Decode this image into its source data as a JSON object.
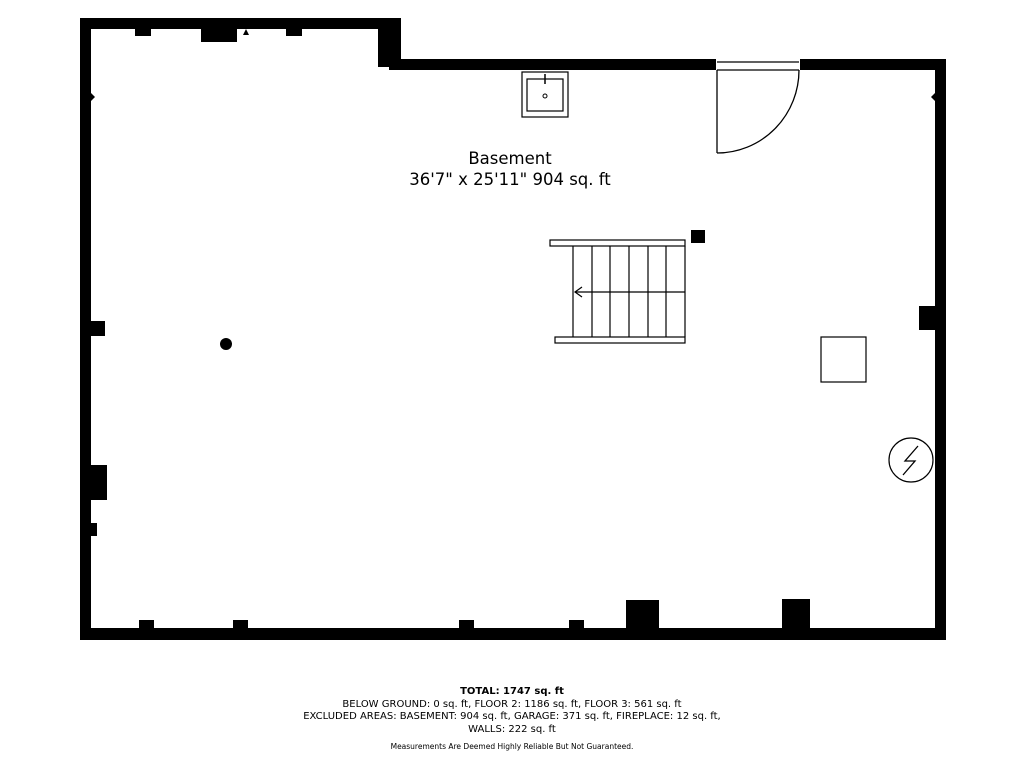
{
  "room": {
    "name": "Basement",
    "dimensions": "36'7\" x 25'11\" 904 sq. ft"
  },
  "summary": {
    "total": "TOTAL: 1747 sq. ft",
    "below_ground": "BELOW GROUND: 0 sq. ft, FLOOR 2: 1186 sq. ft, FLOOR 3: 561 sq. ft",
    "excluded_areas": "EXCLUDED AREAS: BASEMENT: 904 sq. ft, GARAGE: 371 sq. ft, FIREPLACE: 12 sq. ft,",
    "walls": "WALLS: 222 sq. ft"
  },
  "disclaimer": "Measurements Are Deemed Highly Reliable But Not Guaranteed.",
  "colors": {
    "wall": "#000000",
    "background": "#ffffff"
  },
  "icons": {
    "stairs": "stairs-icon",
    "sink": "sink-icon",
    "door": "door-swing-icon",
    "electrical_panel": "lightning-bolt-icon",
    "support_post": "column-dot-icon"
  }
}
